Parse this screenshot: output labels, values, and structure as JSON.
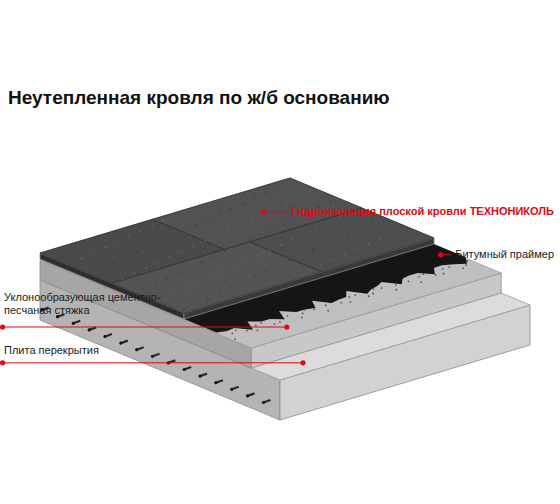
{
  "diagram": {
    "title": "Неутепленная кровля по ж/б основанию",
    "labels": [
      "Гидроизоляция плоской кровли ТЕХНОНИКОЛЬ",
      "Битумный праймер",
      "Уклонообразующая цементно-песчаная стяжка",
      "Плита перекрытия"
    ]
  }
}
